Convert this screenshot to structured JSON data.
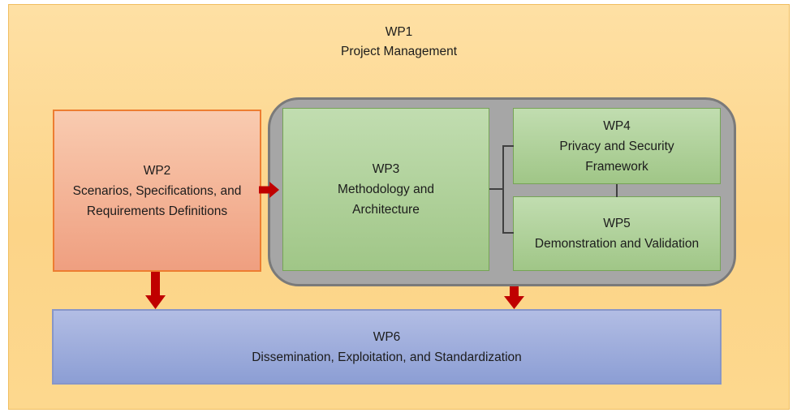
{
  "diagram": {
    "wp1": {
      "lines": [
        "WP1",
        "Project Management"
      ]
    },
    "wp2": {
      "lines": [
        "WP2",
        "Scenarios, Specifications, and",
        "Requirements Definitions"
      ]
    },
    "wp3": {
      "lines": [
        "WP3",
        "Methodology and",
        "Architecture"
      ]
    },
    "wp4": {
      "lines": [
        "WP4",
        "Privacy and Security",
        "Framework"
      ]
    },
    "wp5": {
      "lines": [
        "WP5",
        "Demonstration and Validation"
      ]
    },
    "wp6": {
      "lines": [
        "WP6",
        "Dissemination, Exploitation, and Standardization"
      ]
    }
  },
  "colors": {
    "panel_fill_top": "#FEE0A4",
    "panel_fill_bottom": "#FDD88E",
    "panel_border": "#F0BE60",
    "wp2_fill_top": "#F9CBB0",
    "wp2_fill_bottom": "#EF9F80",
    "wp2_border": "#ED7D31",
    "container_fill": "#A6A6A6",
    "container_border": "#7A7A7A",
    "green_fill_top": "#C1DDB0",
    "green_fill_bottom": "#A0C687",
    "green_border": "#76A456",
    "wp6_fill_top": "#B2BDE4",
    "wp6_fill_bottom": "#8C9ED4",
    "wp6_border": "#8796C8",
    "arrow": "#C00000",
    "connector": "#404040",
    "text": "#1C1C1C"
  }
}
